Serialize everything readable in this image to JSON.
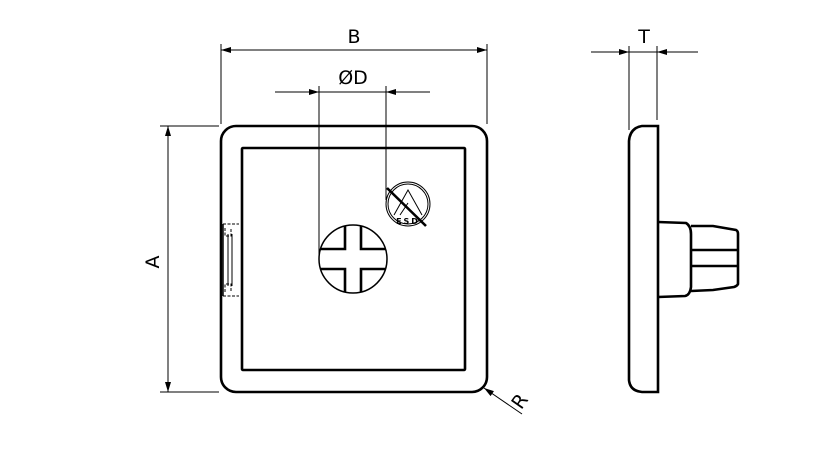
{
  "drawing": {
    "dimensions": {
      "width_label": "B",
      "height_label": "A",
      "diameter_label": "ØD",
      "thickness_label": "T",
      "radius_label": "R"
    },
    "symbol": {
      "esd_text": "ESD"
    },
    "colors": {
      "line": "#000000",
      "background": "#ffffff"
    }
  }
}
